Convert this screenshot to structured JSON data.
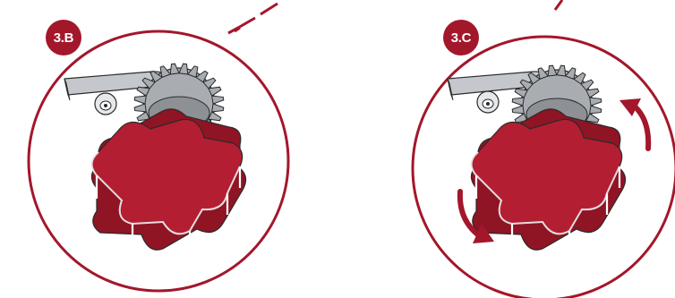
{
  "panels": [
    {
      "id": "step-3b",
      "badge": "3.B",
      "rotation_arrows": false
    },
    {
      "id": "step-3c",
      "badge": "3.C",
      "rotation_arrows": true
    }
  ],
  "colors": {
    "accent": "#a3172b",
    "knob": "#b41e32",
    "knob_dark": "#8f1424",
    "gear": "#a9adb2",
    "gear_dark": "#6f7378",
    "bracket": "#c4c8cd",
    "outline": "#2b2b2b"
  },
  "icons": {
    "knob": "star-knob-icon",
    "gear": "gear-icon",
    "bracket": "bracket-icon",
    "screw": "screw-icon",
    "rotate": "rotate-arrow-icon"
  }
}
